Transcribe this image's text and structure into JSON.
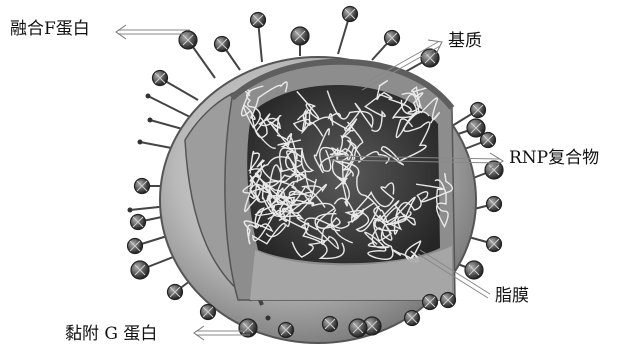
{
  "labels": {
    "fusion_f_protein": "融合F蛋白",
    "matrix": "基质",
    "rnp_complex": "RNP复合物",
    "lipid_membrane": "脂膜",
    "attachment_g_protein": "黏附 G 蛋白"
  },
  "colors": {
    "membrane_outer": "#b9b9b9",
    "membrane_inner": "#8d8d8d",
    "core_dark": "#3a3a3a",
    "rnp_strand": "#e9e9e9",
    "spike_head": "#5a5a5a",
    "label_text": "#111111"
  },
  "icons": {
    "spike_tip": "sphere",
    "label_pointer": "double-line-arrow"
  }
}
